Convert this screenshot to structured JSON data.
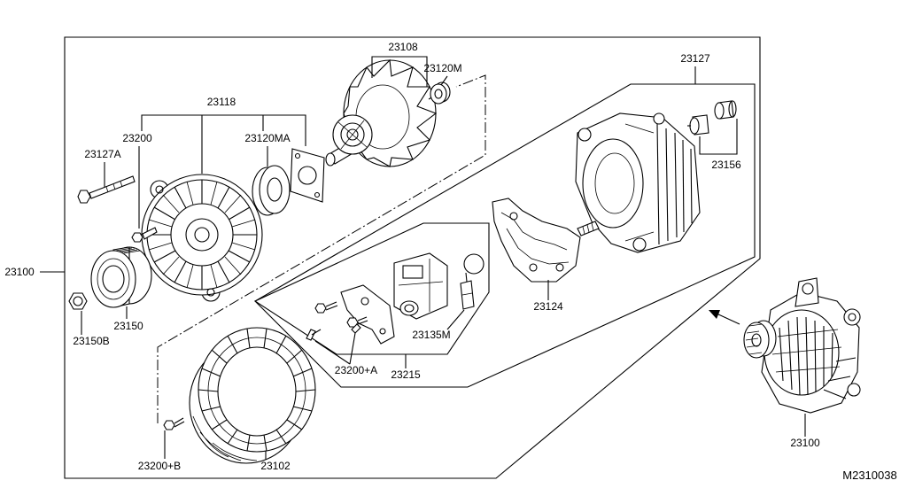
{
  "diagram": {
    "labels": {
      "rotor": "23108",
      "rotor_bearing": "23120M",
      "rear_cover": "23127",
      "front_cover": "23118",
      "front_bolt": "23200",
      "front_bearing": "23120MA",
      "through_bolt": "23127A",
      "terminal_parts": "23156",
      "alternator_left": "23100",
      "brush_holder": "23124",
      "pulley": "23150",
      "pulley_nut": "23150B",
      "brush": "23135M",
      "screw_a": "23200+A",
      "regulator": "23215",
      "screw_b": "23200+B",
      "stator": "23102",
      "alternator_assembly": "23100"
    },
    "drawing_number": "M2310038",
    "line_color": "#000000",
    "background_color": "#ffffff"
  }
}
